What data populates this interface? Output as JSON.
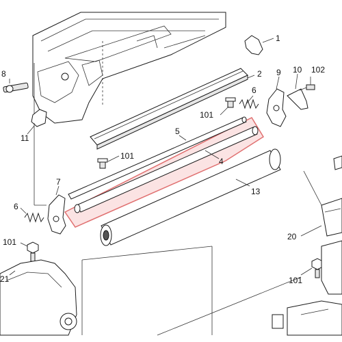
{
  "callouts": {
    "c1": "1",
    "c2": "2",
    "c4": "4",
    "c5": "5",
    "c6_right": "6",
    "c6_left": "6",
    "c7": "7",
    "c8": "8",
    "c9": "9",
    "c10": "10",
    "c11": "11",
    "c13": "13",
    "c20": "20",
    "c21": "21",
    "c101_top": "101",
    "c101_mid": "101",
    "c101_left": "101",
    "c101_bottom": "101",
    "c102": "102"
  },
  "colors": {
    "highlight_stroke": "#e07070",
    "highlight_fill": "#fbe3e3",
    "line": "#222222"
  }
}
